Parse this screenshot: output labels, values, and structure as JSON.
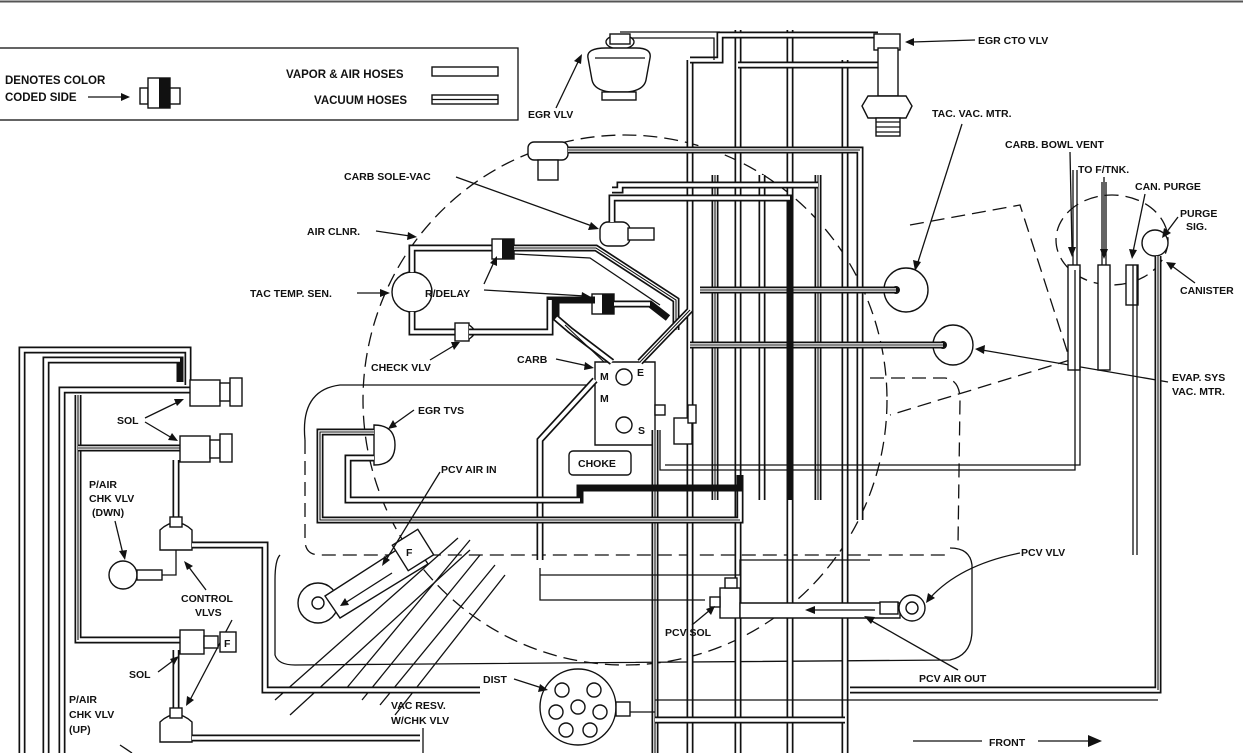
{
  "legend": {
    "color_coded_line1": "DENOTES COLOR",
    "color_coded_line2": "CODED SIDE",
    "vapor_air": "VAPOR & AIR HOSES",
    "vacuum": "VACUUM HOSES"
  },
  "labels": {
    "egr_vlv": "EGR VLV",
    "egr_cto_vlv": "EGR CTO VLV",
    "tac_vac_mtr": "TAC. VAC. MTR.",
    "carb_bowl_vent": "CARB. BOWL VENT",
    "to_f_tnk": "TO F/TNK.",
    "can_purge": "CAN. PURGE",
    "purge_sig_1": "PURGE",
    "purge_sig_2": "SIG.",
    "canister": "CANISTER",
    "carb_sole_vac": "CARB SOLE-VAC",
    "air_clnr": "AIR CLNR.",
    "tac_temp_sen": "TAC TEMP. SEN.",
    "r_delay": "R/DELAY",
    "check_vlv": "CHECK VLV",
    "carb": "CARB",
    "evap_sys_1": "EVAP. SYS",
    "evap_sys_2": "VAC. MTR.",
    "egr_tvs": "EGR TVS",
    "choke": "CHOKE",
    "pcv_air_in": "PCV AIR IN",
    "sol_upper": "SOL",
    "p_air_dwn_1": "P/AIR",
    "p_air_dwn_2": "CHK VLV",
    "p_air_dwn_3": "(DWN)",
    "control_vlvs_1": "CONTROL",
    "control_vlvs_2": "VLVS",
    "sol_lower": "SOL",
    "p_air_up_1": "P/AIR",
    "p_air_up_2": "CHK VLV",
    "p_air_up_3": "(UP)",
    "pcv_vlv": "PCV VLV",
    "pcv_sol": "PCV SOL",
    "pcv_air_out": "PCV AIR OUT",
    "dist": "DIST",
    "vac_resv_1": "VAC  RESV.",
    "vac_resv_2": "W/CHK VLV",
    "front": "FRONT",
    "carb_m1": "M",
    "carb_e": "E",
    "carb_m2": "M",
    "carb_s": "S",
    "filter_f1": "F",
    "filter_f2": "F"
  }
}
